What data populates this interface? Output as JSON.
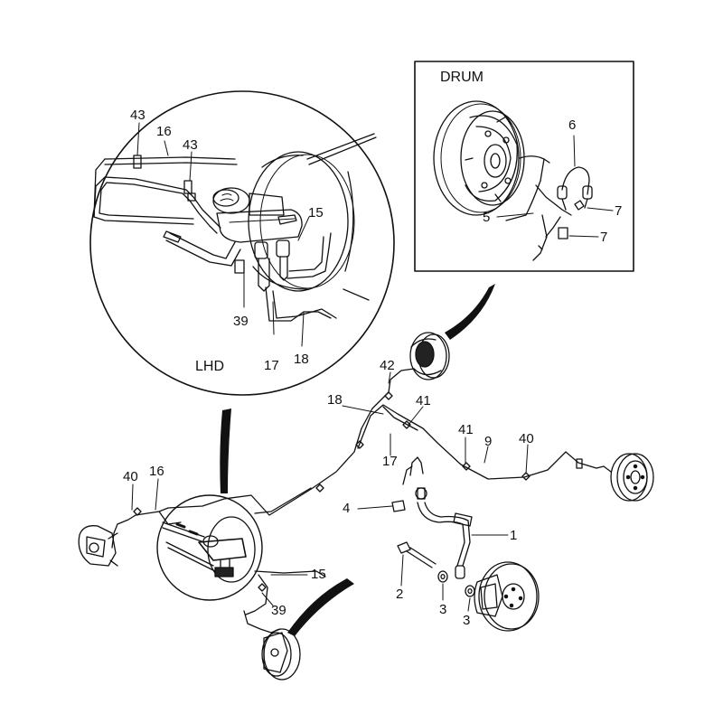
{
  "titles": {
    "drum": "DRUM",
    "lhd": "LHD"
  },
  "callouts": {
    "c43a": "43",
    "c16a": "16",
    "c43b": "43",
    "c15a": "15",
    "c39a": "39",
    "c17a": "17",
    "c18a": "18",
    "c6": "6",
    "c5": "5",
    "c7a": "7",
    "c7b": "7",
    "c42": "42",
    "c18b": "18",
    "c41a": "41",
    "c41b": "41",
    "c9": "9",
    "c40a": "40",
    "c17b": "17",
    "c40b": "40",
    "c16b": "16",
    "c4": "4",
    "c1": "1",
    "c15b": "15",
    "c2": "2",
    "c3a": "3",
    "c3b": "3",
    "c39b": "39"
  }
}
